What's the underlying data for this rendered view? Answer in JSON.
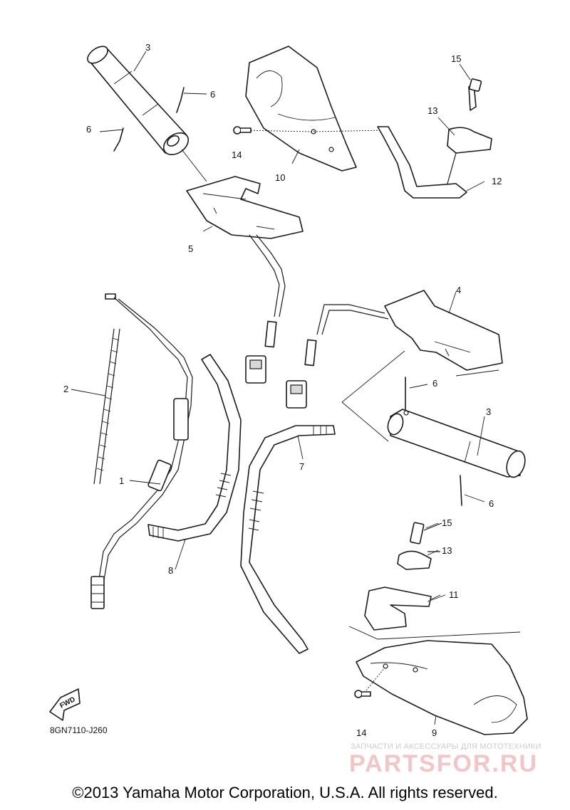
{
  "diagram_code": "8GN7110-J260",
  "fwd_label": "FWD",
  "watermark": {
    "tagline": "ЗАПЧАСТИ И АКСЕССУАРЫ ДЛЯ МОТОТЕХНИКИ",
    "brand": "PARTSFOR.RU"
  },
  "copyright": "©2013 Yamaha Motor Corporation, U.S.A. All rights reserved.",
  "callouts": {
    "c1": "1",
    "c2": "2",
    "c3a": "3",
    "c3b": "3",
    "c4": "4",
    "c5": "5",
    "c6a": "6",
    "c6b": "6",
    "c6c": "6",
    "c6d": "6",
    "c7": "7",
    "c8": "8",
    "c9": "9",
    "c10": "10",
    "c11": "11",
    "c12": "12",
    "c13a": "13",
    "c13b": "13",
    "c14a": "14",
    "c14b": "14",
    "c15a": "15",
    "c15b": "15"
  }
}
